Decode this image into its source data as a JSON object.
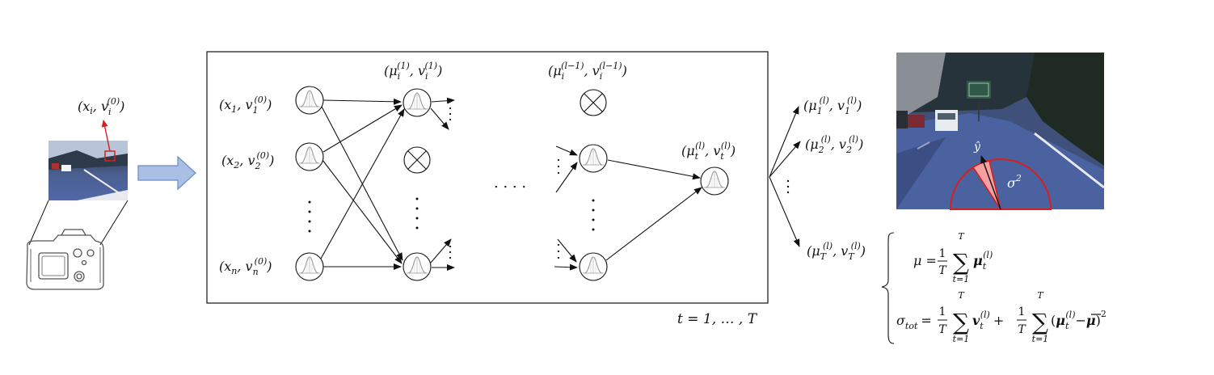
{
  "input_label": {
    "base": "(x",
    "sub": "i",
    "mid": ", v",
    "sub2": "i",
    "sup": "(0)",
    "close": ")"
  },
  "inputs": [
    {
      "sub": "1",
      "sup": "(0)"
    },
    {
      "sub": "2",
      "sup": "(0)"
    },
    {
      "sub": "n",
      "sup": "(0)"
    }
  ],
  "layer1_label": {
    "mu_sup": "(1)",
    "v_sup": "(1)",
    "sub": "i"
  },
  "layerl_label": {
    "mu_sup": "(l−1)",
    "v_sup": "(l−1)",
    "sub": "i"
  },
  "output_node_label": {
    "sub": "t",
    "sup": "(l)"
  },
  "sample_outputs": [
    {
      "sub": "1",
      "sup": "(l)"
    },
    {
      "sub": "2",
      "sup": "(l)"
    },
    {
      "sub": "T",
      "sup": "(l)"
    }
  ],
  "ellipsis_h": ". . . .",
  "t_range": "t = 1, … , T",
  "sigma_label": "σ",
  "sigma_sup": "2",
  "yhat_label": "ŷ",
  "formula_mu": {
    "lhs": "μ =",
    "frac_num": "1",
    "frac_den": "T",
    "sum_top": "T",
    "sum_bot": "t=1"
  },
  "formula_sigma": {
    "lhs": "σ",
    "lhs_sub": "tot",
    "eq": "="
  },
  "colors": {
    "arrow_blue_fill": "#a9bfe3",
    "arrow_blue_stroke": "#6d8cc0",
    "red": "#d42020",
    "pink": "#f4a0a0"
  }
}
